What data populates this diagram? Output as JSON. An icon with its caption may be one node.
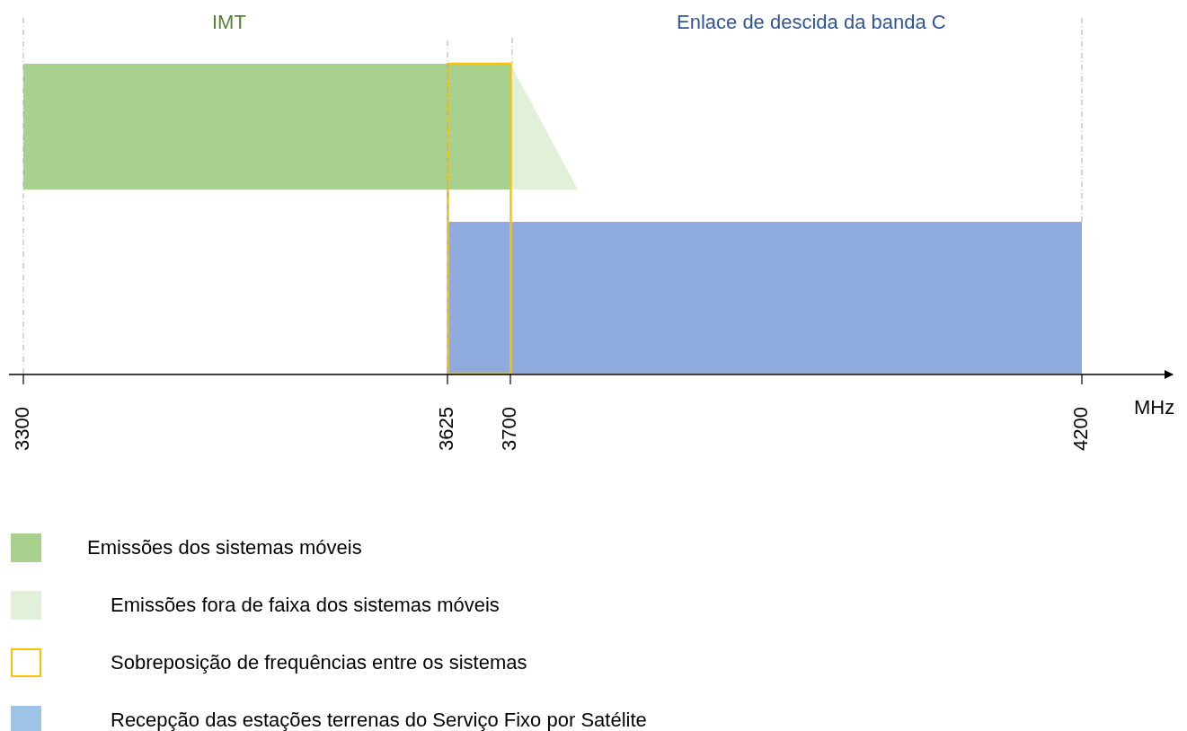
{
  "diagram": {
    "labels": [
      "IMT",
      "Enlace de descida da banda C",
      "3300",
      "3625",
      "3700",
      "4200",
      "MHz"
    ],
    "legend": [
      {
        "text": "Emissões dos sistemas móveis",
        "color": "#a9d18e"
      },
      {
        "text": "Emissões fora de faixa dos sistemas móveis",
        "color": "#e2f0d9"
      },
      {
        "text": "Sobreposição de frequências entre os sistemas",
        "color": "#ffc000"
      },
      {
        "text": "Recepção das estações terrenas do Serviço Fixo por Satélite",
        "color": "#9dc3e6"
      }
    ]
  }
}
